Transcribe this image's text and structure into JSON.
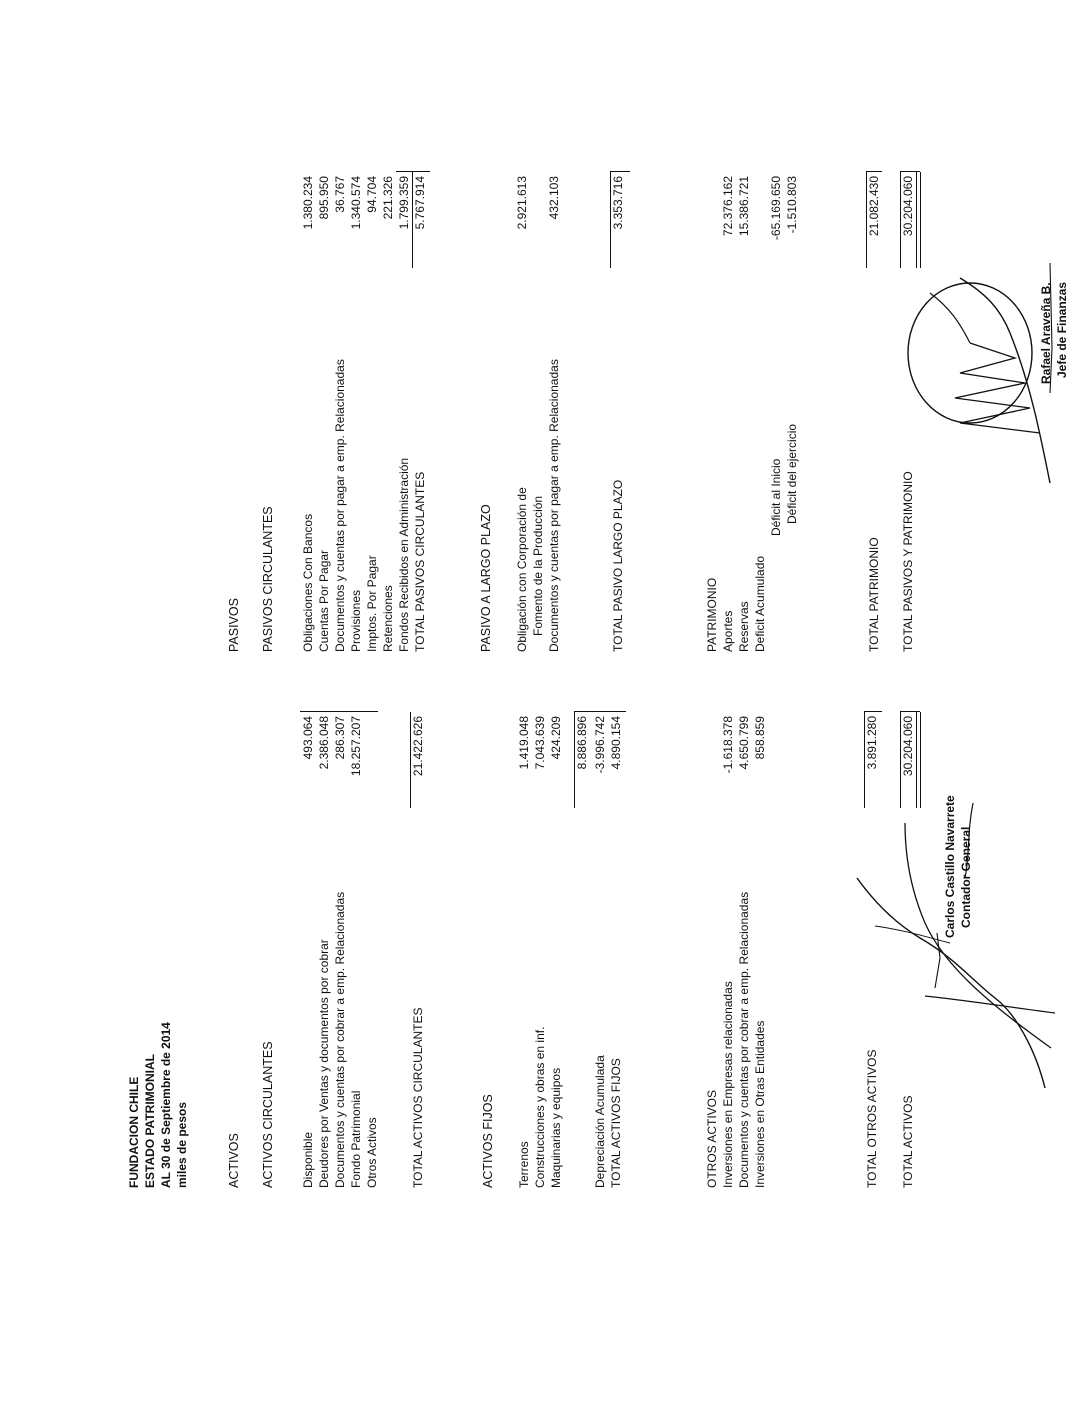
{
  "header": {
    "org": "FUNDACION CHILE",
    "title": "ESTADO PATRIMONIAL",
    "date": "AL 30 de Septiembre de 2014",
    "units": "miles de pesos"
  },
  "activos": {
    "heading": "ACTIVOS",
    "circulantes": {
      "heading": "ACTIVOS CIRCULANTES",
      "items": [
        {
          "label": "Disponible",
          "value": "493.064"
        },
        {
          "label": "Deudores por Ventas y documentos por cobrar",
          "value": "2.386.048"
        },
        {
          "label": "Documentos y cuentas por cobrar a emp. Relacionadas",
          "value": "286.307"
        },
        {
          "label": "Fondo Patrimonial",
          "value": "18.257.207"
        },
        {
          "label": "Otros Activos",
          "value": ""
        }
      ],
      "total_label": "TOTAL ACTIVOS CIRCULANTES",
      "total_value": "21.422.626"
    },
    "fijos": {
      "heading": "ACTIVOS FIJOS",
      "items": [
        {
          "label": "Terrenos",
          "value": "1.419.048"
        },
        {
          "label": "Construcciones y obras en inf.",
          "value": "7.043.639"
        },
        {
          "label": "Maquinarias y equipos",
          "value": "424.209"
        }
      ],
      "subtotal_value": "8.886.896",
      "depreciacion_label": "Depreciación Acumulada",
      "depreciacion_value": "-3.996.742",
      "total_label": "TOTAL ACTIVOS FIJOS",
      "total_value": "4.890.154"
    },
    "otros": {
      "heading": "OTROS ACTIVOS",
      "items": [
        {
          "label": "Inversiones en Empresas relacionadas",
          "value": "-1.618.378"
        },
        {
          "label": "Documentos y cuentas por cobrar a emp. Relacionadas",
          "value": "4.650.799"
        },
        {
          "label": "Inversiones en Otras Entidades",
          "value": "858.859"
        }
      ],
      "total_label": "TOTAL OTROS ACTIVOS",
      "total_value": "3.891.280"
    },
    "total_label": "TOTAL ACTIVOS",
    "total_value": "30.204.060"
  },
  "pasivos": {
    "heading": "PASIVOS",
    "circulantes": {
      "heading": "PASIVOS CIRCULANTES",
      "items": [
        {
          "label": "Obligaciones Con Bancos",
          "value": "1.380.234"
        },
        {
          "label": "Cuentas Por Pagar",
          "value": "895.950"
        },
        {
          "label": "Documentos y cuentas por pagar a emp. Relacionadas",
          "value": "36.767"
        },
        {
          "label": "Provisiones",
          "value": "1.340.574"
        },
        {
          "label": "Imptos. Por Pagar",
          "value": "94.704"
        },
        {
          "label": "Retenciones",
          "value": "221.326"
        },
        {
          "label": "Fondos Recibidos en Administración",
          "value": "1.799.359"
        }
      ],
      "total_label": "TOTAL PASIVOS CIRCULANTES",
      "total_value": "5.767.914"
    },
    "largo_plazo": {
      "heading": "PASIVO A LARGO PLAZO",
      "item1_line1": "Obligación con Corporación de",
      "item1_line2": "Fomento de la Producción",
      "item1_value": "2.921.613",
      "item2_label": "Documentos y cuentas por pagar a emp. Relacionadas",
      "item2_value": "432.103",
      "total_label": "TOTAL PASIVO LARGO PLAZO",
      "total_value": "3.353.716"
    },
    "patrimonio": {
      "heading": "PATRIMONIO",
      "aportes_label": "Aportes",
      "aportes_value": "72.376.162",
      "reservas_label": "Reservas",
      "reservas_value": "15.386.721",
      "deficit_label": "Deficit Acumulado",
      "deficit_inicio_label": "Déficit al Inicio",
      "deficit_inicio_value": "-65.169.650",
      "deficit_ejercicio_label": "Déficit del ejercicio",
      "deficit_ejercicio_value": "-1.510.803",
      "total_label": "TOTAL PATRIMONIO",
      "total_value": "21.082.430"
    },
    "total_label": "TOTAL PASIVOS Y PATRIMONIO",
    "total_value": "30.204.060"
  },
  "signatures": {
    "left_name": "Carlos Castillo Navarrete",
    "left_role": "Contador General",
    "right_name": "Rafael Araveña B.",
    "right_role": "Jefe de Finanzas"
  }
}
